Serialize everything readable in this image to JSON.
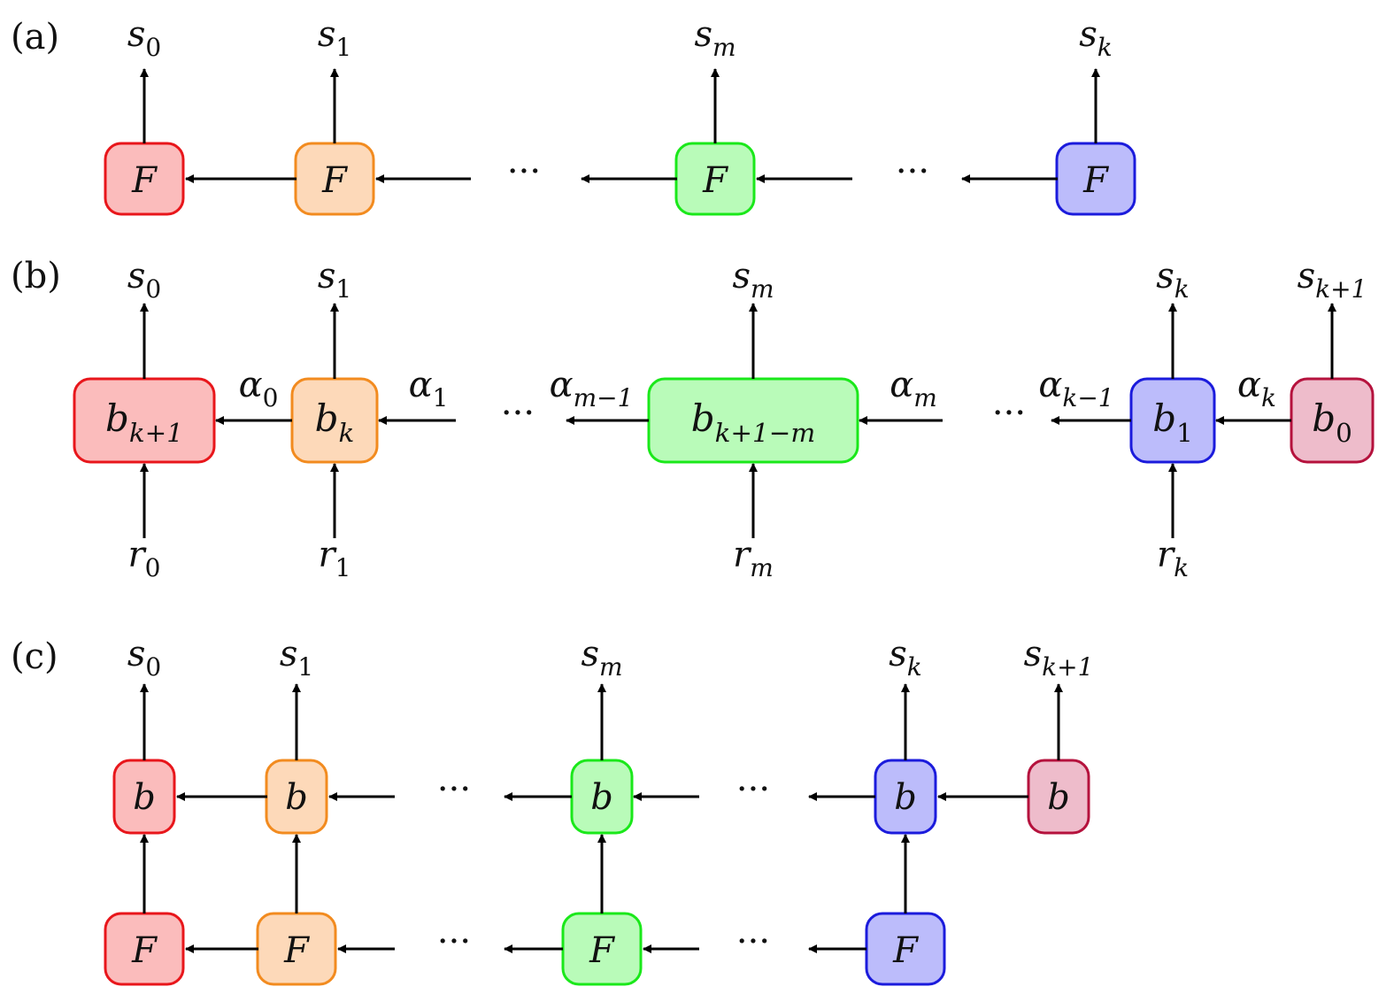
{
  "panels": {
    "a": "(a)",
    "b": "(b)",
    "c": "(c)"
  },
  "colors": {
    "red": {
      "stroke": "#e8161b",
      "fill": "#fbbcbc"
    },
    "orange": {
      "stroke": "#f28b1f",
      "fill": "#fdd9b9"
    },
    "green": {
      "stroke": "#1ae81a",
      "fill": "#b9fbb9"
    },
    "blue": {
      "stroke": "#1b1bdc",
      "fill": "#bcbcfb"
    },
    "crimson": {
      "stroke": "#b5123d",
      "fill": "#eebccb"
    }
  },
  "dots": "···",
  "a": {
    "nodes": [
      {
        "text": "F",
        "out": "s",
        "out_sub": "0"
      },
      {
        "text": "F",
        "out": "s",
        "out_sub": "1"
      },
      {
        "text": "F",
        "out": "s",
        "out_sub": "m"
      },
      {
        "text": "F",
        "out": "s",
        "out_sub": "k"
      }
    ]
  },
  "b": {
    "nodes": [
      {
        "text": "b",
        "sub": "k+1",
        "out": "s",
        "out_sub": "0",
        "in": "r",
        "in_sub": "0"
      },
      {
        "text": "b",
        "sub": "k",
        "out": "s",
        "out_sub": "1",
        "in": "r",
        "in_sub": "1"
      },
      {
        "text": "b",
        "sub": "k+1−m",
        "out": "s",
        "out_sub": "m",
        "in": "r",
        "in_sub": "m"
      },
      {
        "text": "b",
        "sub": "1",
        "out": "s",
        "out_sub": "k",
        "in": "r",
        "in_sub": "k"
      },
      {
        "text": "b",
        "sub": "0",
        "out": "s",
        "out_sub": "k+1"
      }
    ],
    "edge_labels": [
      {
        "text": "α",
        "sub": "0"
      },
      {
        "text": "α",
        "sub": "1"
      },
      {
        "text": "α",
        "sub": "m−1"
      },
      {
        "text": "α",
        "sub": "m"
      },
      {
        "text": "α",
        "sub": "k−1"
      },
      {
        "text": "α",
        "sub": "k"
      }
    ]
  },
  "c": {
    "top_nodes": [
      {
        "text": "b",
        "out": "s",
        "out_sub": "0"
      },
      {
        "text": "b",
        "out": "s",
        "out_sub": "1"
      },
      {
        "text": "b",
        "out": "s",
        "out_sub": "m"
      },
      {
        "text": "b",
        "out": "s",
        "out_sub": "k"
      },
      {
        "text": "b",
        "out": "s",
        "out_sub": "k+1"
      }
    ],
    "bottom_nodes": [
      {
        "text": "F"
      },
      {
        "text": "F"
      },
      {
        "text": "F"
      },
      {
        "text": "F"
      }
    ]
  }
}
